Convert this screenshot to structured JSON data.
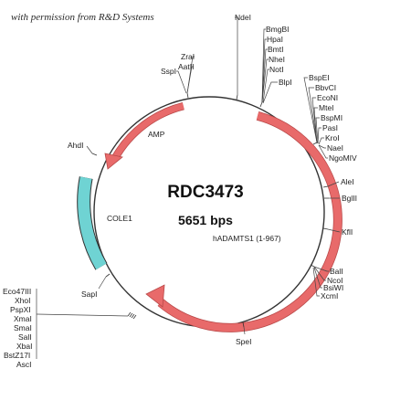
{
  "credit": "with permission from R&D Systems",
  "plasmid": {
    "name": "RDC3473",
    "size": "5651 bps"
  },
  "features": {
    "amp": "AMP",
    "cole1": "COLE1",
    "insert": "hADAMTS1 (1-967)"
  },
  "colors": {
    "arrow": "#e86a6a",
    "origin": "#6fd3d3",
    "backbone": "#333333"
  },
  "sites": {
    "ndei": "NdeI",
    "bmgbi": "BmgBI",
    "hpai": "HpaI",
    "bmti": "BmtI",
    "nhei": "NheI",
    "noti": "NotI",
    "blpi": "BlpI",
    "zrai": "ZraI",
    "aatii": "AatII",
    "sspi": "SspI",
    "bspei": "BspEI",
    "bbvci": "BbvCI",
    "econi": "EcoNI",
    "meti": "MteI",
    "bspmi": "BspMI",
    "pasi": "PasI",
    "kroi": "KroI",
    "naei": "NaeI",
    "ngomiv": "NgoMIV",
    "alei": "AleI",
    "bglii": "BglII",
    "kfli": "KflI",
    "bali": "BalI",
    "ncoi": "NcoI",
    "bsiwi": "BsiWI",
    "xcmi": "XcmI",
    "spei": "SpeI",
    "sapi": "SapI",
    "ahdi": "AhdI",
    "eco47iii": "Eco47III",
    "xhoi": "XhoI",
    "pspxi": "PspXI",
    "xmai": "XmaI",
    "smai": "SmaI",
    "sali": "SalI",
    "xbai": "XbaI",
    "bstz17i": "BstZ17I",
    "asci": "AscI"
  }
}
